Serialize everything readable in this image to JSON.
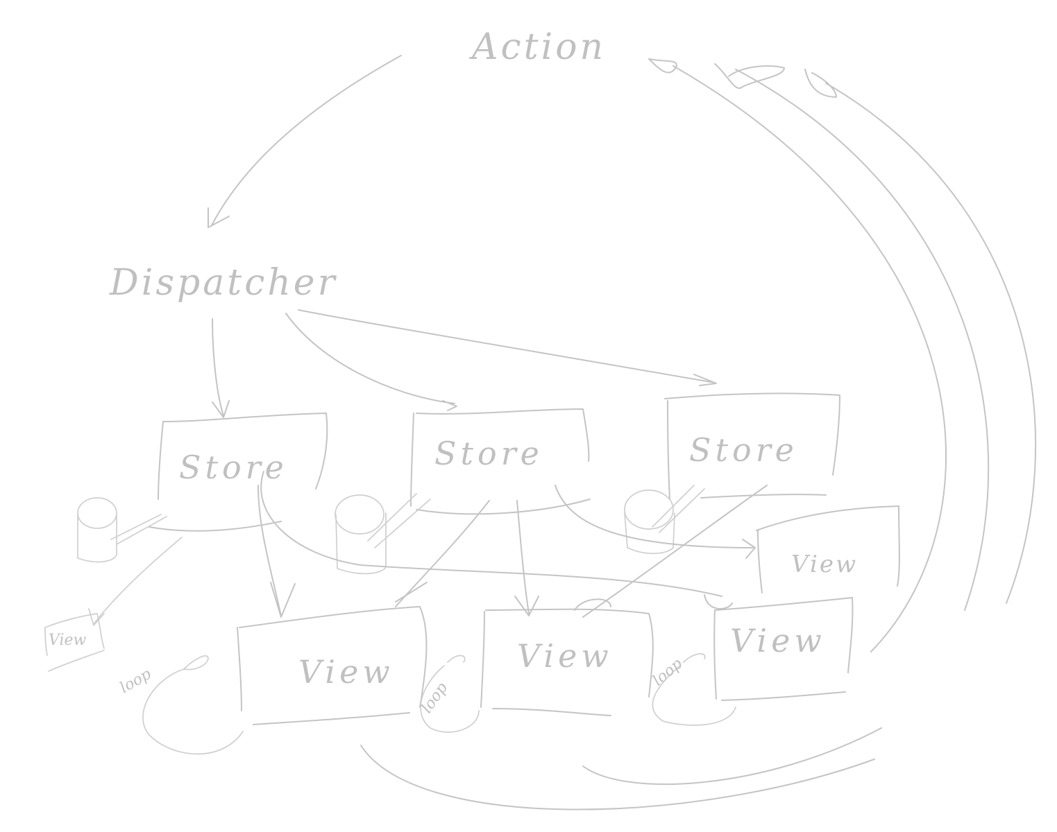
{
  "diagram": {
    "action_label": "Action",
    "dispatcher_label": "Dispatcher",
    "stores": [
      "Store",
      "Store",
      "Store"
    ],
    "views": [
      "View",
      "View",
      "View",
      "View",
      "View"
    ],
    "loops": [
      "loop",
      "loop",
      "loop"
    ],
    "small_view_label": "View"
  },
  "colors": {
    "ink": "#c4c4c4",
    "background": "#ffffff"
  }
}
